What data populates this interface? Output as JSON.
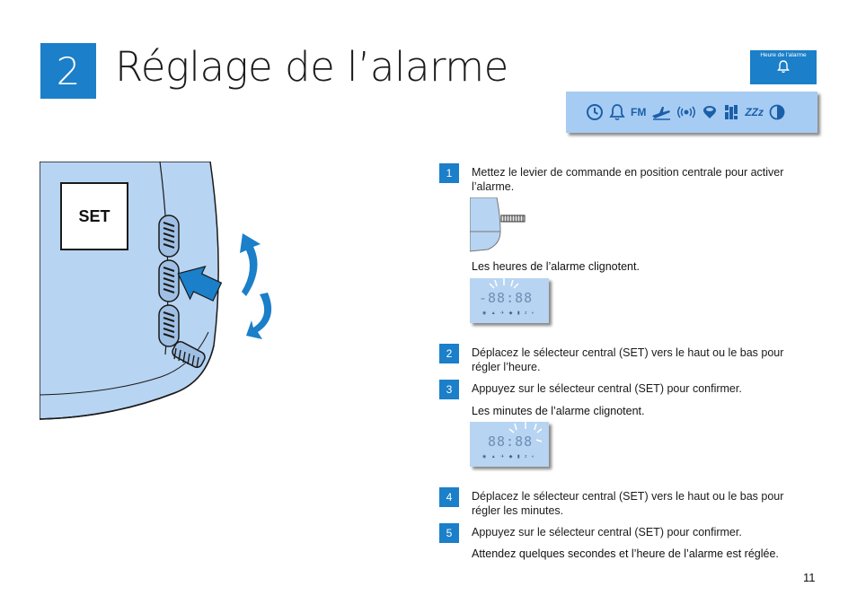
{
  "chapter": {
    "number": "2",
    "title": "Réglage de l’alarme"
  },
  "section_tab": {
    "label": "Heure de l’alarme",
    "icon": "bell-icon"
  },
  "icon_bar": {
    "icons": [
      "clock-icon",
      "bell-icon",
      "fm-icon",
      "plane-icon",
      "radio-wave-icon",
      "buzzer-icon",
      "tuning-icon",
      "snooze-icon",
      "brightness-icon"
    ],
    "fm_label": "FM",
    "snooze_label": "ZZz"
  },
  "illustration": {
    "set_label": "SET"
  },
  "steps": [
    {
      "number": "1",
      "text": "Mettez le levier de commande en position centrale pour activer l’alarme."
    },
    {
      "number": "2",
      "text": "Déplacez le sélecteur central (SET) vers le haut ou le bas pour régler l’heure."
    },
    {
      "number": "3",
      "text": "Appuyez sur le sélecteur central (SET) pour confirmer."
    },
    {
      "number": "4",
      "text": "Déplacez le sélecteur central (SET) vers le haut ou le bas pour régler les minutes."
    },
    {
      "number": "5",
      "text": "Appuyez sur le sélecteur central (SET) pour confirmer."
    }
  ],
  "results": {
    "hours_blink": "Les heures de l’alarme clignotent.",
    "minutes_blink": "Les minutes de l’alarme clignotent.",
    "final": "Attendez quelques secondes et l’heure de l’alarme est réglée."
  },
  "lcd_hours": {
    "digits": "-88:88"
  },
  "lcd_minutes": {
    "digits": "88:88"
  },
  "page_number": "11",
  "colors": {
    "accent": "#1b7fc9",
    "device": "#b7d4f2",
    "icon_bar": "#a7ccf3"
  }
}
